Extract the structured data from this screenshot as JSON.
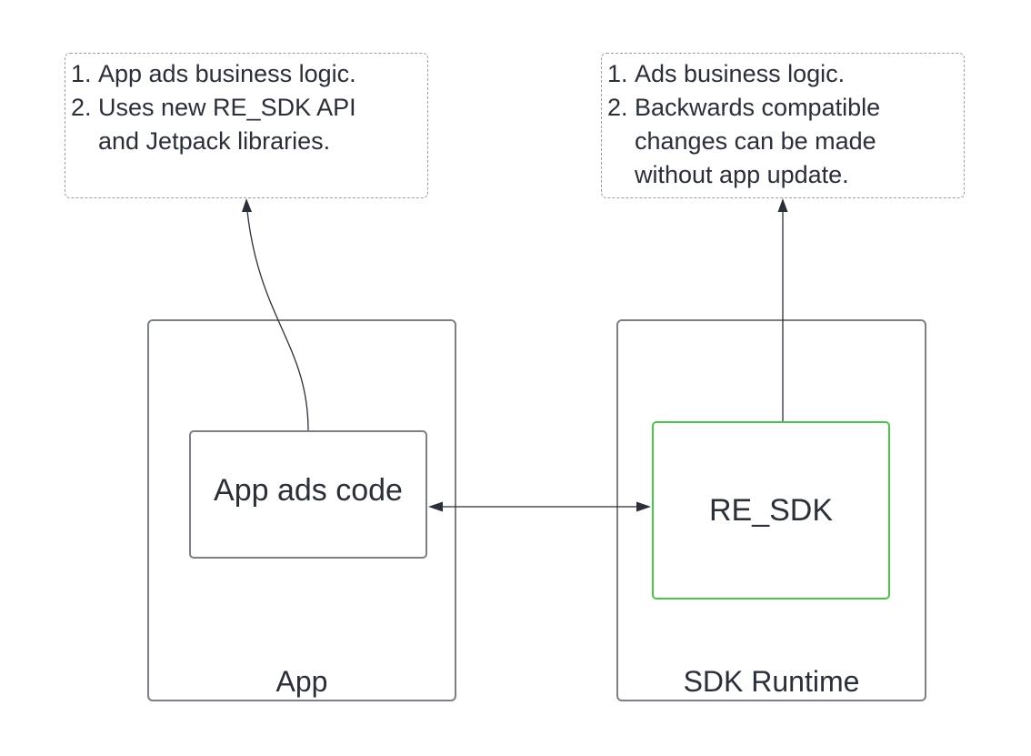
{
  "notes": {
    "app_note": {
      "items": [
        {
          "num": "1.",
          "text": "App ads business logic."
        },
        {
          "num": "2.",
          "text": "Uses new RE_SDK API\nand Jetpack libraries."
        }
      ]
    },
    "sdk_note": {
      "items": [
        {
          "num": "1.",
          "text": "Ads business logic."
        },
        {
          "num": "2.",
          "text": "Backwards compatible\nchanges can be made\nwithout app update."
        }
      ]
    }
  },
  "containers": {
    "app": {
      "label": "App"
    },
    "sdk_runtime": {
      "label": "SDK Runtime"
    }
  },
  "boxes": {
    "app_ads_code": {
      "label": "App ads code"
    },
    "re_sdk": {
      "label": "RE_SDK",
      "border_color": "#4cc24c"
    }
  },
  "connectors": [
    {
      "from": "app_ads_code",
      "to": "app_note",
      "style": "curve",
      "arrow": "end"
    },
    {
      "from": "re_sdk",
      "to": "sdk_note",
      "style": "straight",
      "arrow": "end"
    },
    {
      "from": "app_ads_code",
      "to": "re_sdk",
      "style": "straight",
      "arrow": "both"
    }
  ]
}
